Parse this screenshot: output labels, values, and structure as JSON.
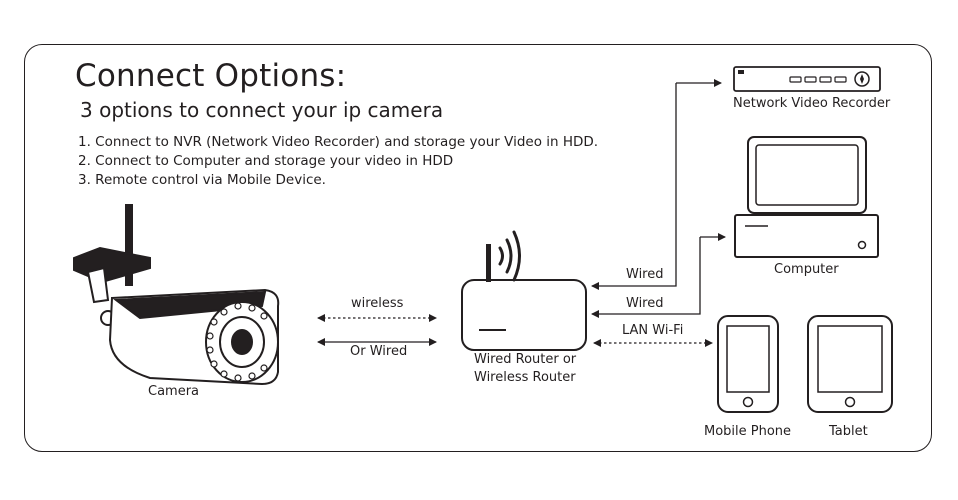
{
  "diagram": {
    "title": "Connect Options:",
    "subtitle": "3 options to connect your ip camera",
    "instructions": [
      "1. Connect to NVR (Network Video Recorder) and storage your Video in HDD.",
      "2. Connect to Computer and storage your video in HDD",
      "3. Remote control via Mobile Device."
    ],
    "nodes": {
      "camera": "Camera",
      "router_line1": "Wired Router or",
      "router_line2": "Wireless Router",
      "nvr": "Network Video Recorder",
      "computer": "Computer",
      "mobile_phone": "Mobile Phone",
      "tablet": "Tablet"
    },
    "links": {
      "camera_wireless": "wireless",
      "camera_wired": "Or Wired",
      "nvr_wired": "Wired",
      "computer_wired": "Wired",
      "mobile_wifi": "LAN Wi-Fi"
    },
    "colors": {
      "line": "#231f20",
      "background": "#ffffff"
    },
    "icons": [
      "camera-icon",
      "router-icon",
      "wifi-signal-icon",
      "nvr-icon",
      "monitor-icon",
      "pc-tower-icon",
      "mobile-phone-icon",
      "tablet-icon"
    ]
  }
}
